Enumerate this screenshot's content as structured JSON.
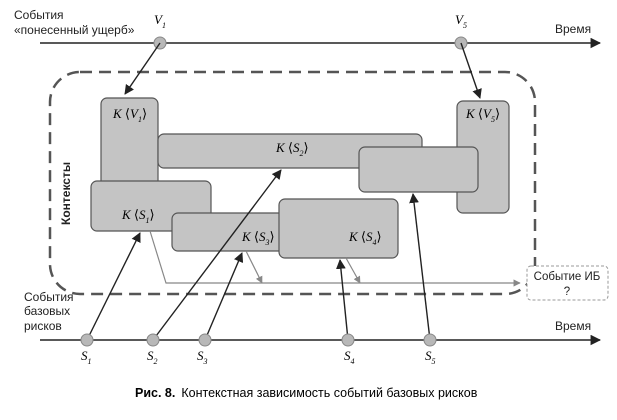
{
  "top_axis": {
    "label_line1": "События",
    "label_line2": "«понесенный ущерб»",
    "time_label": "Время",
    "points": [
      "V",
      "V"
    ],
    "point_subs": [
      "1",
      "5"
    ]
  },
  "bottom_axis": {
    "label_line1": "События",
    "label_line2": "базовых",
    "label_line3": "рисков",
    "time_label": "Время",
    "points": [
      "S",
      "S",
      "S",
      "S",
      "S"
    ],
    "point_subs": [
      "1",
      "2",
      "3",
      "4",
      "5"
    ]
  },
  "contexts_label": "Контексты",
  "contexts": [
    {
      "k": "K",
      "arg": "V",
      "sub": "1"
    },
    {
      "k": "K",
      "arg": "V",
      "sub": "5"
    },
    {
      "k": "K",
      "arg": "S",
      "sub": "2"
    },
    {
      "k": "K",
      "arg": "S",
      "sub": "1"
    },
    {
      "k": "K",
      "arg": "S",
      "sub": "3"
    },
    {
      "k": "K",
      "arg": "S",
      "sub": "4"
    }
  ],
  "ib_event": {
    "line1": "Событие ИБ",
    "line2": "?"
  },
  "caption": {
    "prefix": "Рис. 8.",
    "text": "Контекстная зависимость событий базовых рисков"
  },
  "colors": {
    "box_fill": "#c4c4c4",
    "box_stroke": "#555555",
    "axis": "#222222",
    "point": "#b8b8b8",
    "dashed": "#555555"
  }
}
